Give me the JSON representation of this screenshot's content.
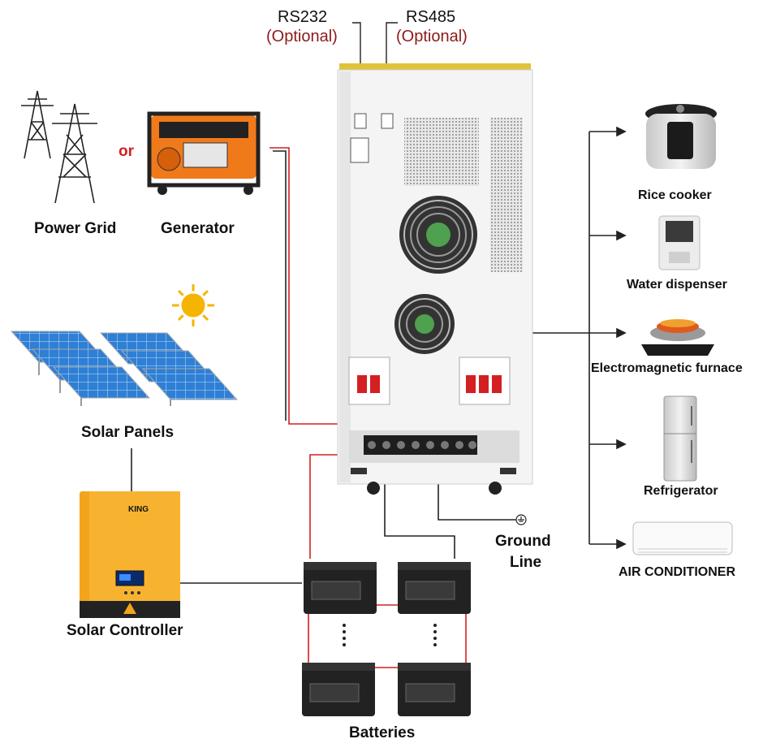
{
  "ports": {
    "rs232": "RS232",
    "rs232_note": "(Optional)",
    "rs485": "RS485",
    "rs485_note": "(Optional)"
  },
  "sources": {
    "power_grid": "Power Grid",
    "or": "or",
    "generator": "Generator",
    "solar_panels": "Solar Panels",
    "solar_controller": "Solar Controller",
    "controller_brand": "KING"
  },
  "ground": {
    "line1": "Ground",
    "line2": "Line"
  },
  "batteries": "Batteries",
  "appliances": [
    "Rice cooker",
    "Water dispenser",
    "Electromagnetic furnace",
    "Refrigerator",
    "AIR CONDITIONER"
  ],
  "colors": {
    "wire_red": "#d42020",
    "wire_black": "#222222",
    "controller_orange": "#f2a41c",
    "optional_text": "#8b1a1a",
    "solar_blue": "#2f7fd4",
    "sun": "#f5b400"
  }
}
